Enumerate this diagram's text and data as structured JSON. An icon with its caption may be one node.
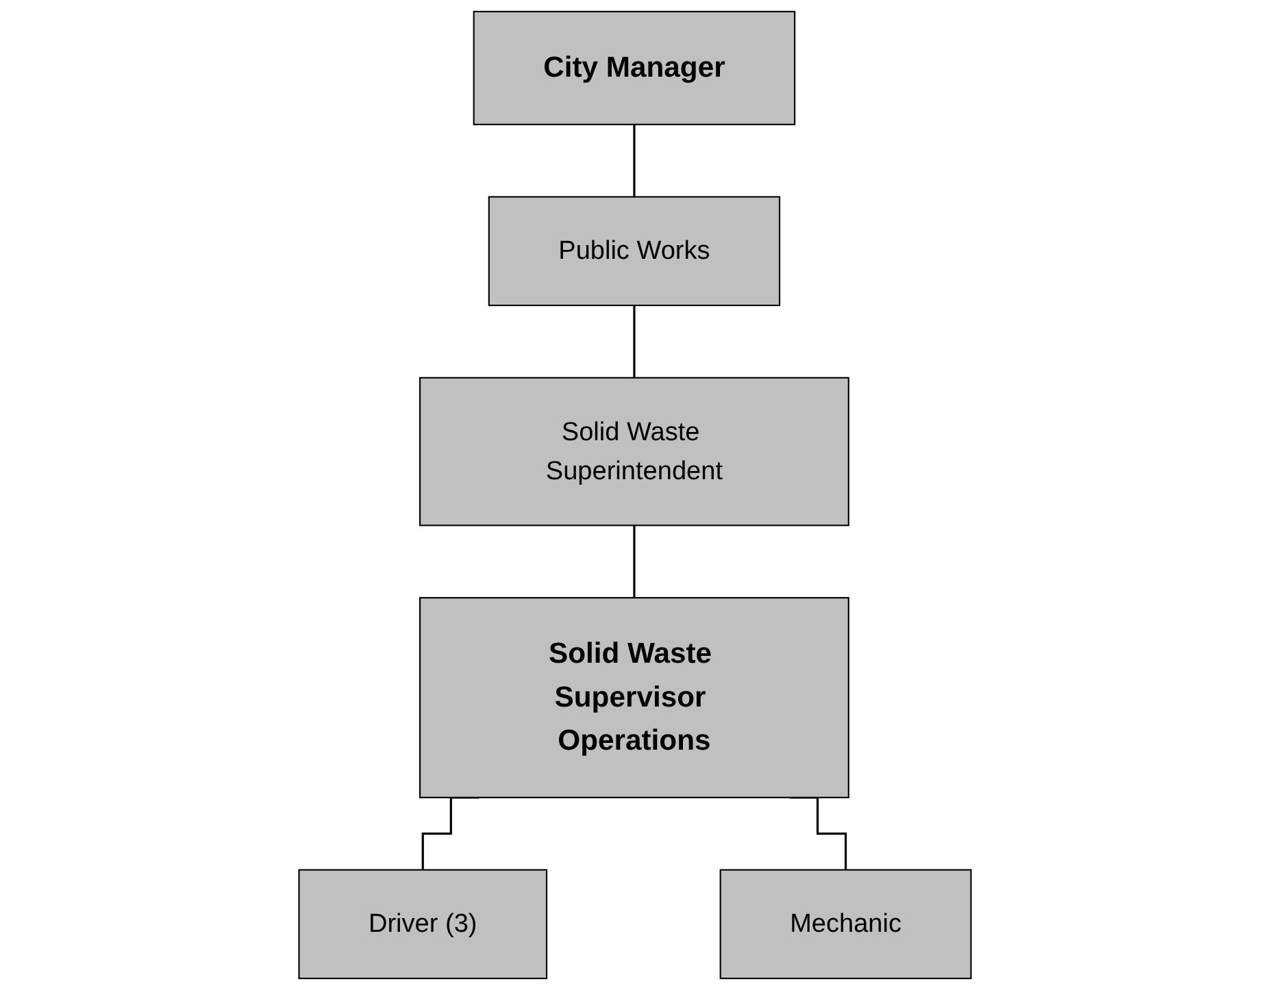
{
  "diagram": {
    "nodes": [
      {
        "text": [
          "City Manager"
        ]
      },
      {
        "text": [
          "Public Works"
        ]
      },
      {
        "text": [
          "Solid Waste Superintendent"
        ]
      },
      {
        "text": [
          "Solid Waste Supervisor Operations"
        ]
      },
      {
        "text": [
          "Driver (3)"
        ]
      },
      {
        "text": [
          "Mechanic"
        ]
      }
    ],
    "edges": [
      {
        "from": 0,
        "to": 1,
        "arrow": "none"
      },
      {
        "from": 1,
        "to": 2,
        "arrow": "none"
      },
      {
        "from": 2,
        "to": 3,
        "arrow": "none"
      },
      {
        "from": 3,
        "to": 4,
        "arrow": "none"
      },
      {
        "from": 3,
        "to": 5,
        "arrow": "none"
      }
    ]
  }
}
